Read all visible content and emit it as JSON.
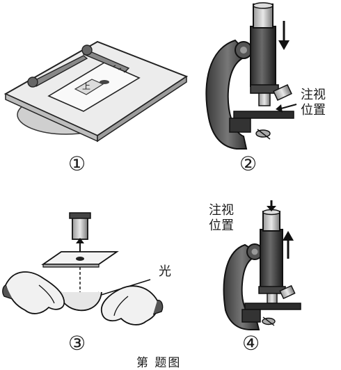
{
  "panels": [
    {
      "number": "①"
    },
    {
      "number": "②",
      "annotation": [
        "注视",
        "位置"
      ]
    },
    {
      "number": "③",
      "annotation": "光"
    },
    {
      "number": "④",
      "annotation": [
        "注视",
        "位置"
      ]
    }
  ],
  "caption": "第 题图"
}
